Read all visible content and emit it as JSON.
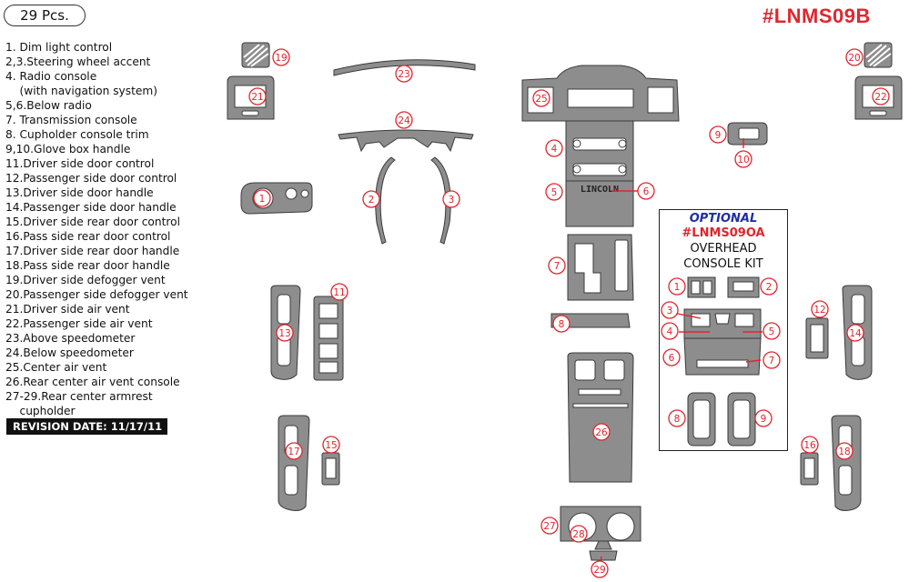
{
  "header": {
    "piece_count": "29 Pcs.",
    "kit_code": "#LNMS09B"
  },
  "parts_list": [
    "1.  Dim light control",
    "2,3.Steering wheel accent",
    "4.  Radio console",
    "    (with navigation system)",
    "5,6.Below radio",
    "7.  Transmission console",
    "8.  Cupholder console trim",
    "9,10.Glove box handle",
    "11.Driver side door control",
    "12.Passenger side door control",
    "13.Driver side door handle",
    "14.Passenger side door handle",
    "15.Driver side rear door control",
    "16.Pass side rear door control",
    "17.Driver side rear door handle",
    "18.Pass side rear door handle",
    "19.Driver side defogger vent",
    "20.Passenger side defogger vent",
    "21.Driver side air vent",
    "22.Passenger side air vent",
    "23.Above speedometer",
    "24.Below speedometer",
    "25.Center air vent",
    "26.Rear center air vent console",
    "27-29.Rear center armrest",
    "    cupholder"
  ],
  "revision": "REVISION DATE: 11/17/11",
  "optional_kit": {
    "label": "OPTIONAL",
    "code": "#LNMS09OA",
    "line1": "OVERHEAD",
    "line2": "CONSOLE KIT"
  },
  "console_brand": "LINCOLN",
  "callouts": [
    "1",
    "2",
    "3",
    "4",
    "5",
    "6",
    "7",
    "8",
    "9",
    "10",
    "11",
    "12",
    "13",
    "14",
    "15",
    "16",
    "17",
    "18",
    "19",
    "20",
    "21",
    "22",
    "23",
    "24",
    "25",
    "26",
    "27",
    "28",
    "29"
  ],
  "kit_callouts": [
    "1",
    "2",
    "3",
    "4",
    "5",
    "6",
    "7",
    "8",
    "9"
  ],
  "colors": {
    "accent": "#e0262e",
    "optional": "#1f2fa8",
    "part_fill": "#8d8d8d"
  }
}
